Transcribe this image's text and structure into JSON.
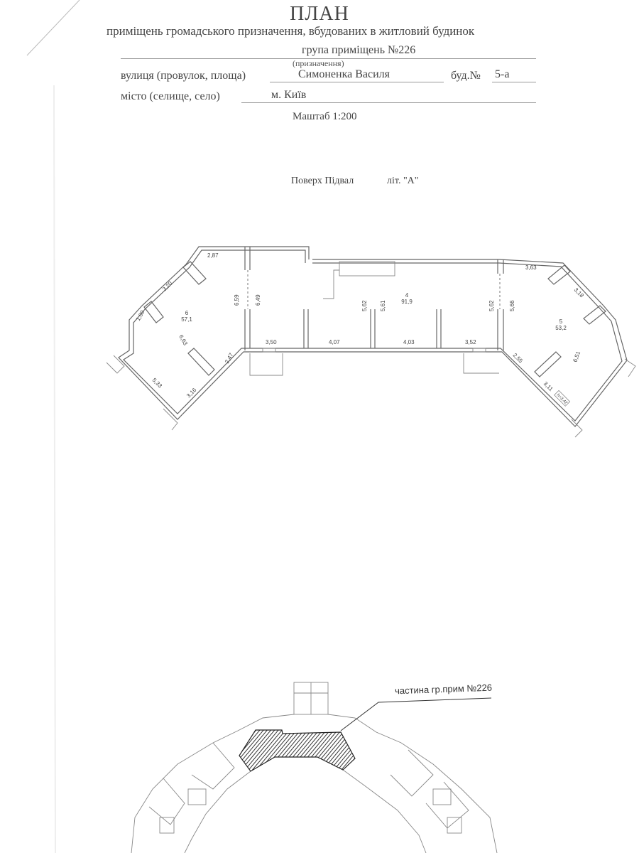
{
  "header": {
    "title": "ПЛАН",
    "subtitle": "приміщень громадського призначення, вбудованих в житловий будинок",
    "group": "група приміщень №226",
    "purpose_caption": "(призначення)",
    "street_label": "вулиця (провулок, площа)",
    "street_value": "Симоненка Василя",
    "building_label": "буд.№",
    "building_value": "5-а",
    "city_label": "місто (селище, село)",
    "city_value": "м. Київ",
    "scale": "Маштаб 1:200"
  },
  "floor_caption": {
    "floor": "Поверх  Підвал",
    "letter": "літ. \"А\""
  },
  "rooms": [
    {
      "number": "6",
      "area": "57,1"
    },
    {
      "number": "4",
      "area": "91,9"
    },
    {
      "number": "5",
      "area": "53,2"
    }
  ],
  "dimensions": [
    "2,87",
    "3,20",
    "1,00",
    "6,59",
    "6,49",
    "6,63",
    "2,47",
    "5,33",
    "3,16",
    "3,50",
    "4,07",
    "5,62",
    "5,61",
    "4,03",
    "5,62",
    "5,66",
    "3,52",
    "3,63",
    "3,18",
    "6,51",
    "2,55",
    "3,11"
  ],
  "ceiling_height": "h=3,42",
  "site_plan": {
    "callout": "частина гр.прим №226"
  },
  "colors": {
    "ink": "#444444",
    "hatch": "#333333"
  }
}
